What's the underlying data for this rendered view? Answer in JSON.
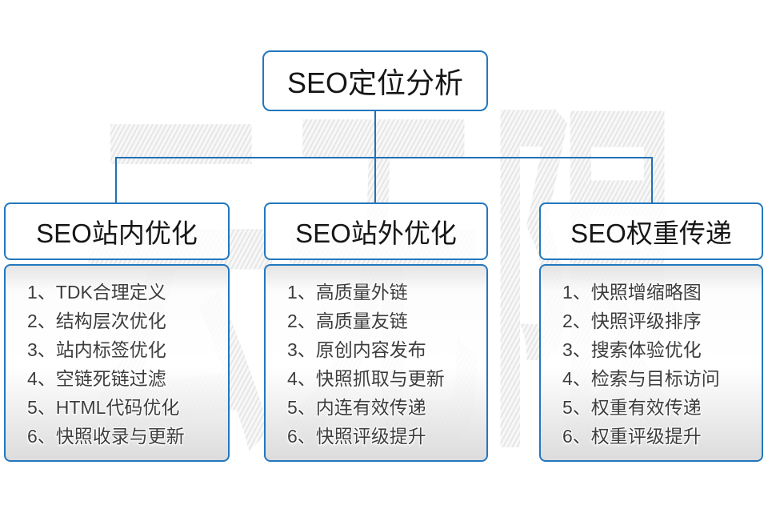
{
  "watermark": {
    "text": "云无限"
  },
  "root_node": {
    "label": "SEO定位分析"
  },
  "branches": [
    {
      "label": "SEO站内优化",
      "items": [
        "1、TDK合理定义",
        "2、结构层次优化",
        "3、站内标签优化",
        "4、空链死链过滤",
        "5、HTML代码优化",
        "6、快照收录与更新"
      ]
    },
    {
      "label": "SEO站外优化",
      "items": [
        "1、高质量外链",
        "2、高质量友链",
        "3、原创内容发布",
        "4、快照抓取与更新",
        "5、内连有效传递",
        "6、快照评级提升"
      ]
    },
    {
      "label": "SEO权重传递",
      "items": [
        "1、快照增缩略图",
        "2、快照评级排序",
        "3、搜索体验优化",
        "4、检索与目标访问",
        "5、权重有效传递",
        "6、权重评级提升"
      ]
    }
  ],
  "colors": {
    "box_border": "#2377be",
    "connector": "#2270b5",
    "title_text": "#161616",
    "list_text": "#3d3d3d",
    "watermark_gray": "#e7e7e7"
  }
}
